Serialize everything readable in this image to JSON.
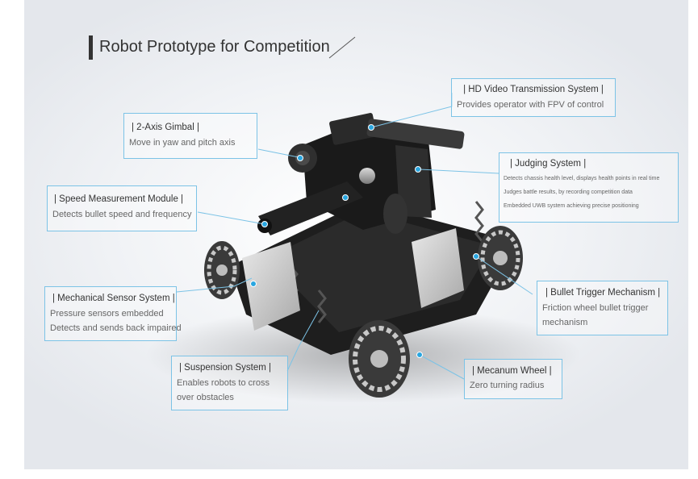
{
  "title": "Robot Prototype for Competition",
  "colors": {
    "accent": "#7cc3e6",
    "dot": "#29a6e0",
    "title_bar": "#333333"
  },
  "callouts": {
    "hd_video": {
      "heading": "| HD Video Transmission System |",
      "lines": [
        "Provides operator with FPV of control"
      ]
    },
    "gimbal": {
      "heading": "| 2-Axis Gimbal |",
      "lines": [
        "Move in yaw and pitch axis"
      ]
    },
    "judging": {
      "heading": "| Judging System |",
      "lines": [
        "Detects chassis health level, displays health points in real time",
        "Judges battle results, by recording competition data",
        "Embedded UWB system achieving precise positioning"
      ]
    },
    "speed": {
      "heading": "| Speed Measurement Module |",
      "lines": [
        "Detects bullet speed and frequency"
      ]
    },
    "sensor": {
      "heading": "| Mechanical Sensor System |",
      "lines": [
        "Pressure sensors embedded",
        "Detects and sends back impaired"
      ]
    },
    "trigger": {
      "heading": "| Bullet Trigger Mechanism |",
      "lines": [
        "Friction wheel bullet trigger",
        "mechanism"
      ]
    },
    "suspension": {
      "heading": "| Suspension System |",
      "lines": [
        "Enables robots to cross",
        "over obstacles"
      ]
    },
    "mecanum": {
      "heading": "| Mecanum Wheel |",
      "lines": [
        "Zero turning radius"
      ]
    }
  }
}
